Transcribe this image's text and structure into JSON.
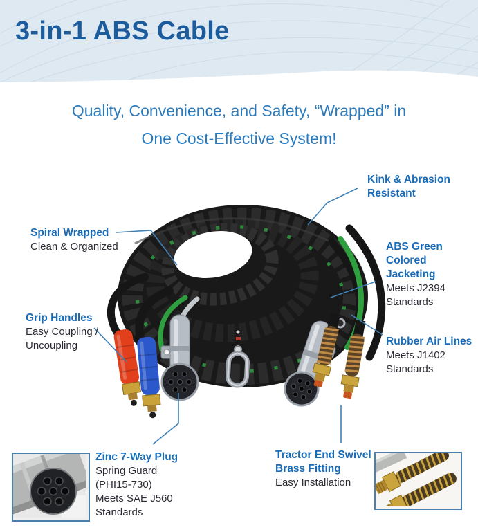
{
  "page": {
    "title": "3-in-1 ABS Cable",
    "subtitle_line1": "Quality, Convenience, and Safety, “Wrapped” in",
    "subtitle_line2": "One Cost-Effective System!"
  },
  "callouts": {
    "kink": {
      "title_line1": "Kink & Abrasion",
      "title_line2": "Resistant"
    },
    "spiral": {
      "title": "Spiral Wrapped",
      "desc": "Clean & Organized"
    },
    "abs_green": {
      "title_line1": "ABS Green",
      "title_line2": "Colored Jacketing",
      "desc_line1": "Meets J2394",
      "desc_line2": "Standards"
    },
    "grip": {
      "title": "Grip Handles",
      "desc_line1": "Easy Coupling /",
      "desc_line2": "Uncoupling"
    },
    "rubber": {
      "title": "Rubber Air Lines",
      "desc_line1": "Meets J1402",
      "desc_line2": "Standards"
    },
    "zinc": {
      "title": "Zinc 7-Way Plug",
      "desc_line1": "Spring Guard",
      "desc_line2": "(PHI15-730)",
      "desc_line3": "Meets SAE J560",
      "desc_line4": "Standards"
    },
    "tractor": {
      "title_line1": "Tractor End Swivel",
      "title_line2": "Brass Fitting",
      "desc": "Easy Installation"
    }
  },
  "colors": {
    "header_bg": "#dfe9f1",
    "title_blue": "#1c5c9d",
    "subtitle_blue": "#2b7abc",
    "label_blue": "#1a6cb8",
    "body_text": "#2c2c36",
    "callout_line": "#4080b5",
    "abs_green": "#2f9e3f",
    "grip_red": "#e2401d",
    "grip_blue": "#2b59cc",
    "brass": "#c9a23a"
  }
}
